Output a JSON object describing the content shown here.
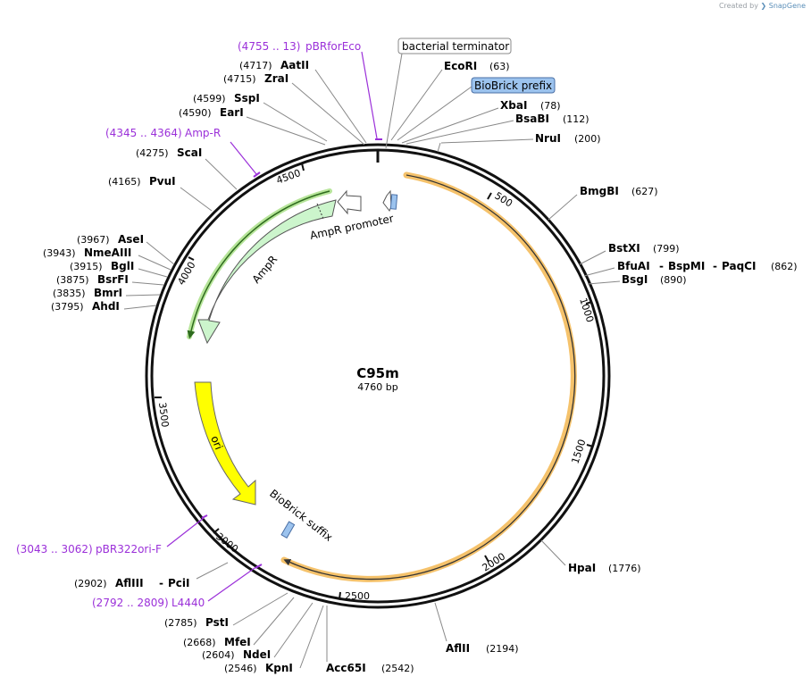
{
  "credit": {
    "text": "Created by",
    "brand": "SnapGene"
  },
  "plasmid": {
    "name": "C95m",
    "length": "4760 bp"
  },
  "colors": {
    "backbone": "#111111",
    "primer": "#9b30d9",
    "ampr": "#ccf5cc",
    "ori": "#ffff00",
    "biobrick": "#9cc3ee",
    "orange_highlight": "#f5c26b",
    "green_highlight": "#2e8b1e"
  },
  "ticks": [
    "500",
    "1000",
    "1500",
    "2000",
    "2500",
    "3000",
    "3500",
    "4000",
    "4500"
  ],
  "features": {
    "ampr_promoter": "AmpR promoter",
    "ampr": "AmpR",
    "ori": "ori",
    "biobrick_suffix": "BioBrick suffix",
    "biobrick_prefix": "BioBrick prefix",
    "bacterial_terminator": "bacterial terminator"
  },
  "primers": [
    {
      "range": "(4755 .. 13)",
      "name": "pBRforEco"
    },
    {
      "range": "(4345 .. 4364)",
      "name": "Amp-R"
    },
    {
      "range": "(3043 .. 3062)",
      "name": "pBR322ori-F"
    },
    {
      "range": "(2792 .. 2809)",
      "name": "L4440"
    }
  ],
  "sites_left": [
    {
      "pos": "(4717)",
      "name": "AatII"
    },
    {
      "pos": "(4715)",
      "name": "ZraI"
    },
    {
      "pos": "(4599)",
      "name": "SspI"
    },
    {
      "pos": "(4590)",
      "name": "EarI"
    },
    {
      "pos": "(4275)",
      "name": "ScaI"
    },
    {
      "pos": "(4165)",
      "name": "PvuI"
    },
    {
      "pos": "(3967)",
      "name": "AseI"
    },
    {
      "pos": "(3943)",
      "name": "NmeAIII"
    },
    {
      "pos": "(3915)",
      "name": "BglI"
    },
    {
      "pos": "(3875)",
      "name": "BsrFI"
    },
    {
      "pos": "(3835)",
      "name": "BmrI"
    },
    {
      "pos": "(3795)",
      "name": "AhdI"
    },
    {
      "pos": "(2902)",
      "name": "AflIII",
      "extra": "PciI"
    },
    {
      "pos": "(2785)",
      "name": "PstI"
    },
    {
      "pos": "(2668)",
      "name": "MfeI"
    },
    {
      "pos": "(2604)",
      "name": "NdeI"
    },
    {
      "pos": "(2546)",
      "name": "KpnI"
    }
  ],
  "sites_right": [
    {
      "name": "EcoRI",
      "pos": "(63)"
    },
    {
      "name": "XbaI",
      "pos": "(78)"
    },
    {
      "name": "BsaBI",
      "pos": "(112)"
    },
    {
      "name": "NruI",
      "pos": "(200)"
    },
    {
      "name": "BmgBI",
      "pos": "(627)"
    },
    {
      "name": "BstXI",
      "pos": "(799)"
    },
    {
      "name": "BfuAI",
      "extra1": "BspMI",
      "extra2": "PaqCI",
      "pos": "(862)"
    },
    {
      "name": "BsgI",
      "pos": "(890)"
    },
    {
      "name": "HpaI",
      "pos": "(1776)"
    },
    {
      "name": "AflII",
      "pos": "(2194)"
    },
    {
      "name": "Acc65I",
      "pos": "(2542)"
    }
  ],
  "dash": "-"
}
